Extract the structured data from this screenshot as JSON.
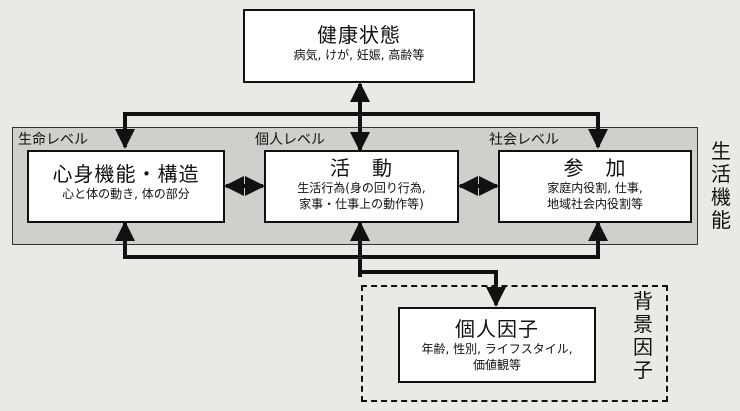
{
  "health": {
    "title": "健康状態",
    "sub": "病気, けが, 妊娠, 高齢等"
  },
  "levels": {
    "life": "生命レベル",
    "personal": "個人レベル",
    "social": "社会レベル"
  },
  "body_function": {
    "title": "心身機能・構造",
    "sub": "心と体の動き, 体の部分"
  },
  "activity": {
    "title": "活　動",
    "sub1": "生活行為(身の回り行為,",
    "sub2": "家事・仕事上の動作等)"
  },
  "participation": {
    "title": "参　加",
    "sub1": "家庭内役割, 仕事,",
    "sub2": "地域社会内役割等"
  },
  "life_function": [
    "生",
    "活",
    "機",
    "能"
  ],
  "background": [
    "背",
    "景",
    "因",
    "子"
  ],
  "personal_factors": {
    "title": "個人因子",
    "sub1": "年齢, 性別, ライフスタイル,",
    "sub2": "価値観等"
  }
}
